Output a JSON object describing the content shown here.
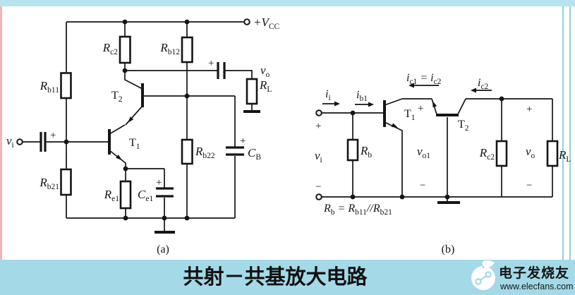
{
  "caption": "共射－共基放大电路",
  "watermark": {
    "brand": "电子发烧友",
    "url": "www.elecfans.com"
  },
  "marks": {
    "plus": "+",
    "minus": "−"
  },
  "colors": {
    "top_bar": "#b7e4ee",
    "bottom_bar": "#a4dae8",
    "left_edge": "#f2b6b6",
    "right_edge": "#8fd2e0",
    "ink": "#151515",
    "paper": "#ffffff"
  },
  "a": {
    "label": "(a)",
    "vcc": {
      "base": "+V",
      "sub": "CC"
    },
    "vi": {
      "base": "v",
      "sub": "i"
    },
    "vo": {
      "base": "v",
      "sub": "o"
    },
    "rb11": {
      "base": "R",
      "sub": "b11"
    },
    "rb21": {
      "base": "R",
      "sub": "b21"
    },
    "rb12": {
      "base": "R",
      "sub": "b12"
    },
    "rb22": {
      "base": "R",
      "sub": "b22"
    },
    "rc2": {
      "base": "R",
      "sub": "c2"
    },
    "re1": {
      "base": "R",
      "sub": "e1"
    },
    "rl": {
      "base": "R",
      "sub": "L"
    },
    "ce1": {
      "base": "C",
      "sub": "e1"
    },
    "cb": {
      "base": "C",
      "sub": "B"
    },
    "t1": {
      "base": "T",
      "sub": "1"
    },
    "t2": {
      "base": "T",
      "sub": "2"
    }
  },
  "b": {
    "label": "(b)",
    "ii": {
      "base": "i",
      "sub": "i"
    },
    "ib1": {
      "base": "i",
      "sub": "b1"
    },
    "ic1eq": {
      "p1": "i",
      "s1": "c1",
      "p2": " = i",
      "s2": "c2"
    },
    "ic2": {
      "base": "i",
      "sub": "c2"
    },
    "t1": {
      "base": "T",
      "sub": "1"
    },
    "t2": {
      "base": "T",
      "sub": "2"
    },
    "rb": {
      "base": "R",
      "sub": "b"
    },
    "rc2": {
      "base": "R",
      "sub": "c2"
    },
    "rl": {
      "base": "R",
      "sub": "L"
    },
    "vi": {
      "base": "v",
      "sub": "i"
    },
    "vo1": {
      "base": "v",
      "sub": "o1"
    },
    "vo": {
      "base": "v",
      "sub": "o"
    },
    "formula": {
      "p1": "R",
      "s1": "b",
      "p2": " = R",
      "s2": "b11",
      "p3": "//R",
      "s3": "b21"
    }
  }
}
